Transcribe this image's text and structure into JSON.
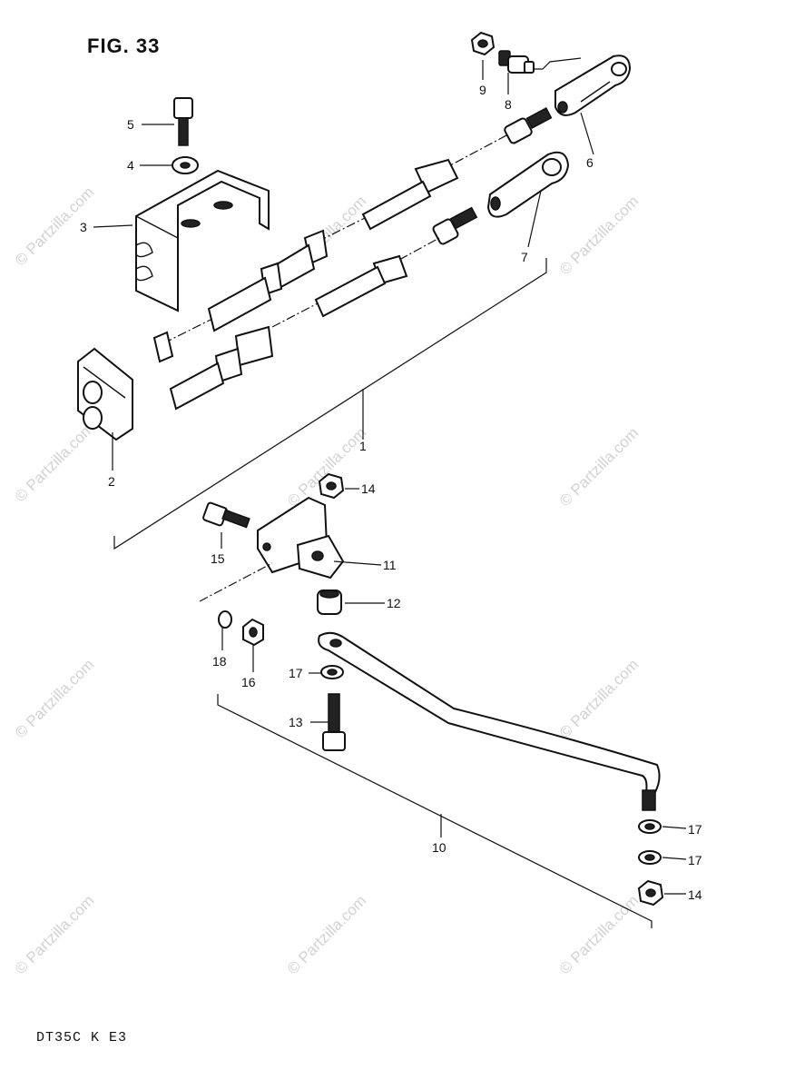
{
  "figure": {
    "title": "FIG. 33",
    "model_code": "DT35C K E3"
  },
  "watermark": "© Partzilla.com",
  "callouts": {
    "p1": "1",
    "p2": "2",
    "p3": "3",
    "p4": "4",
    "p5": "5",
    "p6": "6",
    "p7": "7",
    "p8": "8",
    "p9": "9",
    "p10": "10",
    "p11": "11",
    "p12": "12",
    "p13": "13",
    "p14a": "14",
    "p14b": "14",
    "p15": "15",
    "p16": "16",
    "p17a": "17",
    "p17b": "17",
    "p17c": "17",
    "p18": "18"
  }
}
